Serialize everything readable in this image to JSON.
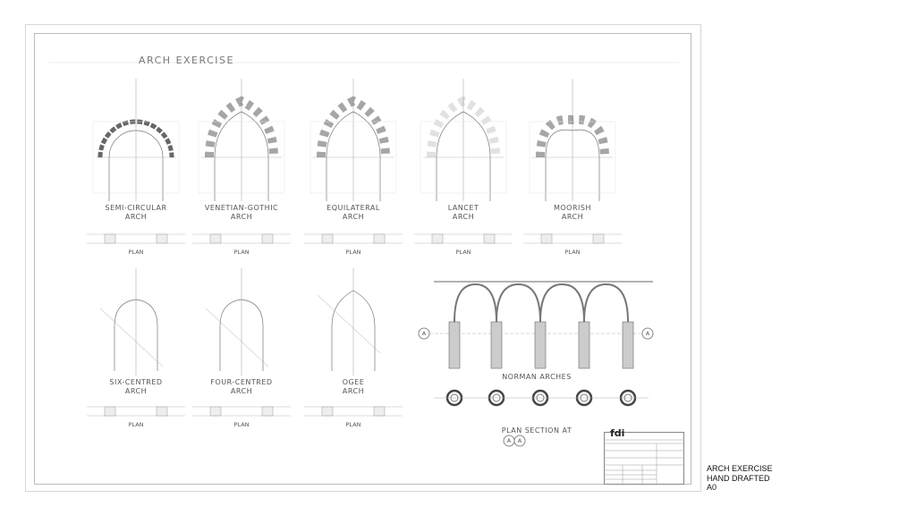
{
  "drawing": {
    "title": "ARCH EXERCISE",
    "top_row": [
      {
        "name": "SEMI-CIRCULAR",
        "line2": "ARCH",
        "plan": "PLAN"
      },
      {
        "name": "VENETIAN-GOTHIC",
        "line2": "ARCH",
        "plan": "PLAN"
      },
      {
        "name": "EQUILATERAL",
        "line2": "ARCH",
        "plan": "PLAN"
      },
      {
        "name": "LANCET",
        "line2": "ARCH",
        "plan": "PLAN"
      },
      {
        "name": "MOORISH",
        "line2": "ARCH",
        "plan": "PLAN"
      }
    ],
    "bottom_row": [
      {
        "name": "SIX-CENTRED",
        "line2": "ARCH",
        "plan": "PLAN"
      },
      {
        "name": "FOUR-CENTRED",
        "line2": "ARCH",
        "plan": "PLAN"
      },
      {
        "name": "OGEE",
        "line2": "ARCH",
        "plan": "PLAN"
      }
    ],
    "norman_label": "NORMAN ARCHES",
    "plan_section_label": "PLAN SECTION AT",
    "section_marker": "A",
    "logo": "fdi"
  },
  "caption": {
    "line1": "ARCH EXERCISE",
    "line2": "HAND DRAFTED",
    "line3": "A0"
  }
}
